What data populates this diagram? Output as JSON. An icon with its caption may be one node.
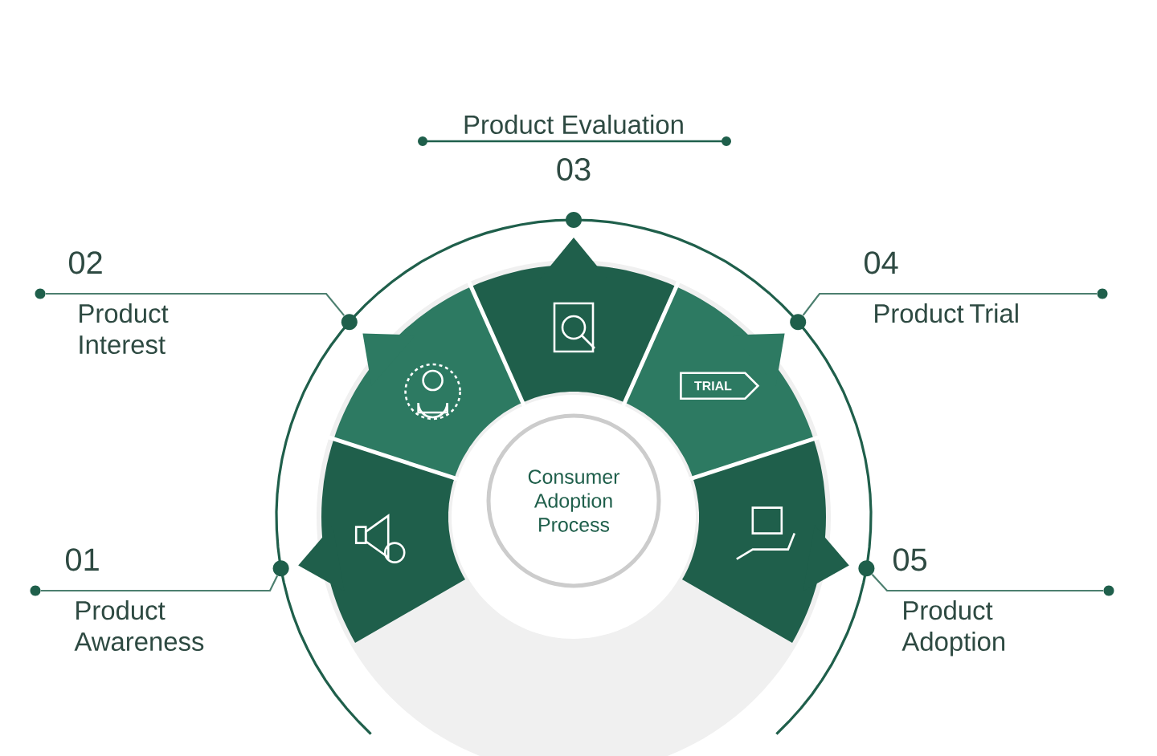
{
  "diagram": {
    "nodes": [
      {
        "text": [
          "Consumer Adoption Process"
        ]
      },
      {
        "text": [
          "01",
          "Product Awareness"
        ]
      },
      {
        "text": [
          "02",
          "Product Interest"
        ]
      },
      {
        "text": [
          "Product Evaluation",
          "03"
        ]
      },
      {
        "text": [
          "04",
          "Product Trial"
        ]
      },
      {
        "text": [
          "05",
          "Product Adoption"
        ]
      },
      {
        "text": [],
        "shape": "circle"
      },
      {
        "text": [],
        "shape": "circle"
      },
      {
        "text": [],
        "shape": "circle"
      },
      {
        "text": [],
        "shape": "circle"
      },
      {
        "text": [],
        "shape": "circle"
      },
      {
        "text": [],
        "shape": "circle"
      },
      {
        "text": [],
        "shape": "circle"
      },
      {
        "text": [],
        "shape": "circle"
      },
      {
        "text": [],
        "shape": "circle"
      }
    ],
    "edges": [
      {
        "from": 11,
        "to": 6,
        "arrow": "none"
      },
      {
        "from": 12,
        "to": 7,
        "arrow": "none"
      },
      {
        "from": 13,
        "to": 9,
        "arrow": "none"
      },
      {
        "from": 14,
        "to": 10,
        "arrow": "none"
      }
    ],
    "labels": [
      "TRIAL"
    ]
  }
}
